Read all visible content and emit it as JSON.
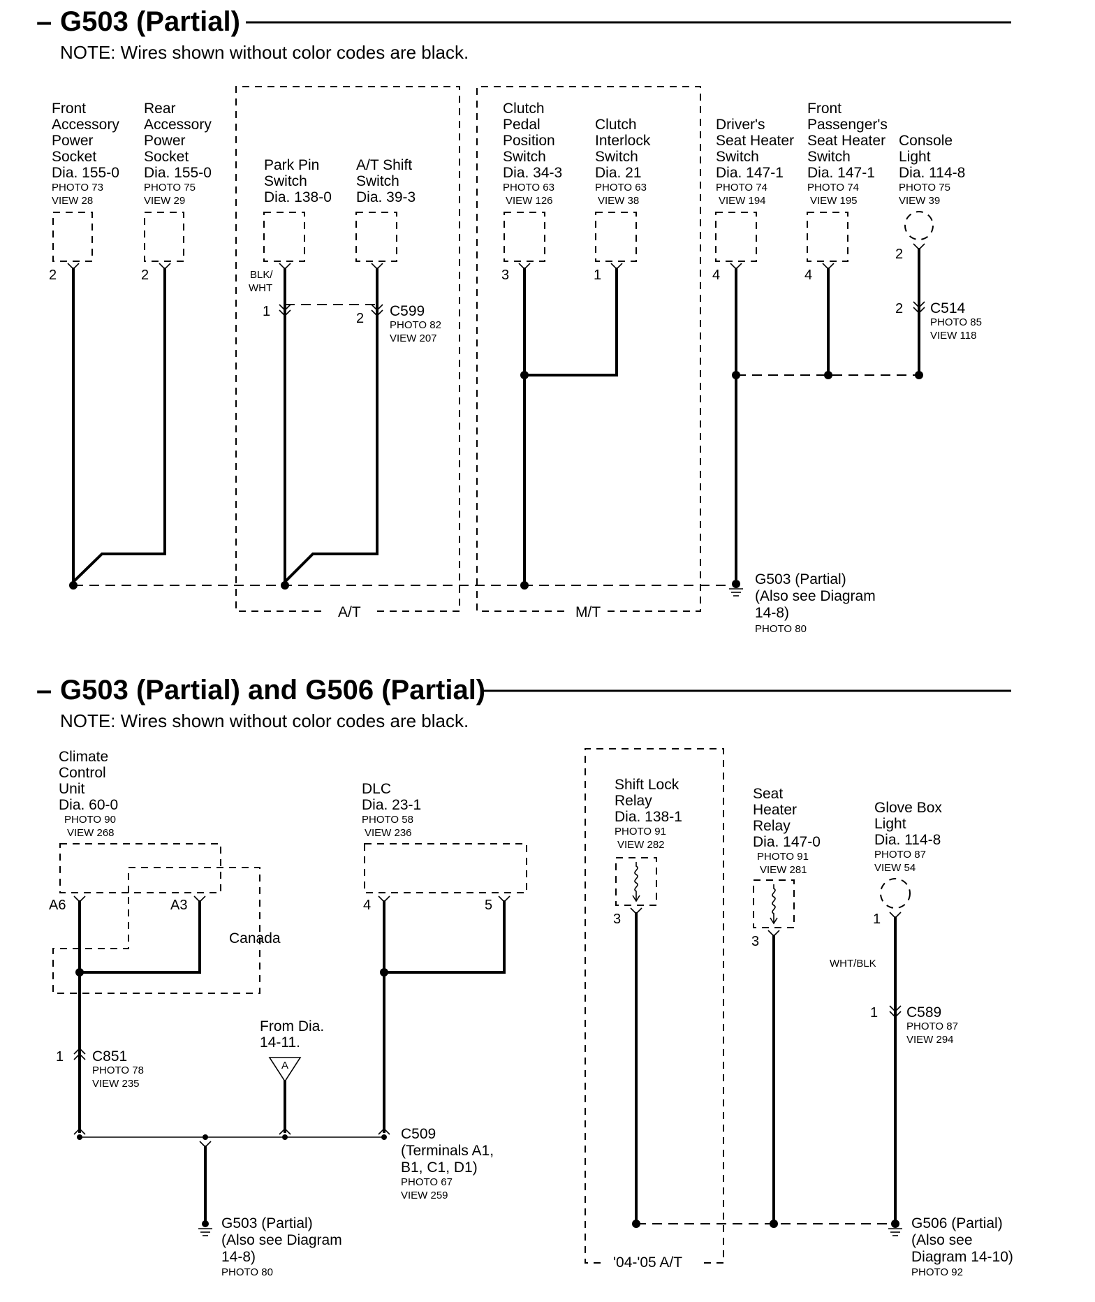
{
  "section1": {
    "title": "G503 (Partial)",
    "note": "NOTE: Wires shown without color codes are black.",
    "components": {
      "front_socket": [
        "Front",
        "Accessory",
        "Power",
        "Socket",
        "Dia. 155-0",
        "PHOTO 73",
        "VIEW 28"
      ],
      "rear_socket": [
        "Rear",
        "Accessory",
        "Power",
        "Socket",
        "Dia. 155-0",
        "PHOTO 75",
        "VIEW 29"
      ],
      "park_pin": [
        "Park Pin",
        "Switch",
        "Dia. 138-0"
      ],
      "at_shift": [
        "A/T Shift",
        "Switch",
        "Dia. 39-3"
      ],
      "clutch_pedal": [
        "Clutch",
        "Pedal",
        "Position",
        "Switch",
        "Dia. 34-3",
        "PHOTO 63",
        "VIEW 126"
      ],
      "clutch_interlock": [
        "Clutch",
        "Interlock",
        "Switch",
        "Dia. 21",
        "PHOTO 63",
        "VIEW 38"
      ],
      "driver_seat": [
        "Driver's",
        "Seat Heater",
        "Switch",
        "Dia. 147-1",
        "PHOTO 74",
        "VIEW 194"
      ],
      "passenger_seat": [
        "Front",
        "Passenger's",
        "Seat Heater",
        "Switch",
        "Dia. 147-1",
        "PHOTO 74",
        "VIEW 195"
      ],
      "console_light": [
        "Console",
        "Light",
        "Dia. 114-8",
        "PHOTO 75",
        "VIEW 39"
      ]
    },
    "pins": {
      "front_socket": "2",
      "rear_socket": "2",
      "park_pin": "1",
      "at_shift": "2",
      "clutch_pedal": "3",
      "clutch_interlock": "1",
      "driver_seat": "4",
      "passenger_seat": "4",
      "console_light": "2",
      "c514_pin": "2"
    },
    "wire_color": [
      "BLK/",
      "WHT"
    ],
    "c599": [
      "C599",
      "PHOTO 82",
      "VIEW 207"
    ],
    "c514": [
      "C514",
      "PHOTO 85",
      "VIEW 118"
    ],
    "ground": [
      "G503 (Partial)",
      "(Also see Diagram",
      "14-8)",
      "PHOTO 80"
    ],
    "box_at": "A/T",
    "box_mt": "M/T"
  },
  "section2": {
    "title": "G503 (Partial) and G506 (Partial)",
    "note": "NOTE: Wires shown without color codes are black.",
    "components": {
      "climate": [
        "Climate",
        "Control",
        "Unit",
        "Dia. 60-0",
        "PHOTO 90",
        "VIEW 268"
      ],
      "dlc": [
        "DLC",
        "Dia. 23-1",
        "PHOTO 58",
        "VIEW 236"
      ],
      "shift_lock": [
        "Shift Lock",
        "Relay",
        "Dia. 138-1",
        "PHOTO 91",
        "VIEW 282"
      ],
      "seat_relay": [
        "Seat",
        "Heater",
        "Relay",
        "Dia. 147-0",
        "PHOTO 91",
        "VIEW 281"
      ],
      "glove_box": [
        "Glove Box",
        "Light",
        "Dia. 114-8",
        "PHOTO 87",
        "VIEW 54"
      ]
    },
    "pins": {
      "climate_a6": "A6",
      "climate_a3": "A3",
      "dlc_4": "4",
      "dlc_5": "5",
      "shift_lock": "3",
      "seat_relay": "3",
      "glove_box": "1",
      "c589_pin": "1",
      "c851_pin": "1"
    },
    "canada": "Canada",
    "c851": [
      "C851",
      "PHOTO 78",
      "VIEW 235"
    ],
    "from_dia": [
      "From Dia.",
      "14-11."
    ],
    "connector_a": "A",
    "c509": [
      "C509",
      "(Terminals A1,",
      "B1, C1, D1)",
      "PHOTO 67",
      "VIEW 259"
    ],
    "wht_blk": "WHT/BLK",
    "c589": [
      "C589",
      "PHOTO 87",
      "VIEW 294"
    ],
    "ground_g503": [
      "G503 (Partial)",
      "(Also see Diagram",
      "14-8)",
      "PHOTO 80"
    ],
    "ground_g506": [
      "G506 (Partial)",
      "(Also see",
      "Diagram 14-10)",
      "PHOTO 92"
    ],
    "box_at": "'04-'05 A/T"
  }
}
